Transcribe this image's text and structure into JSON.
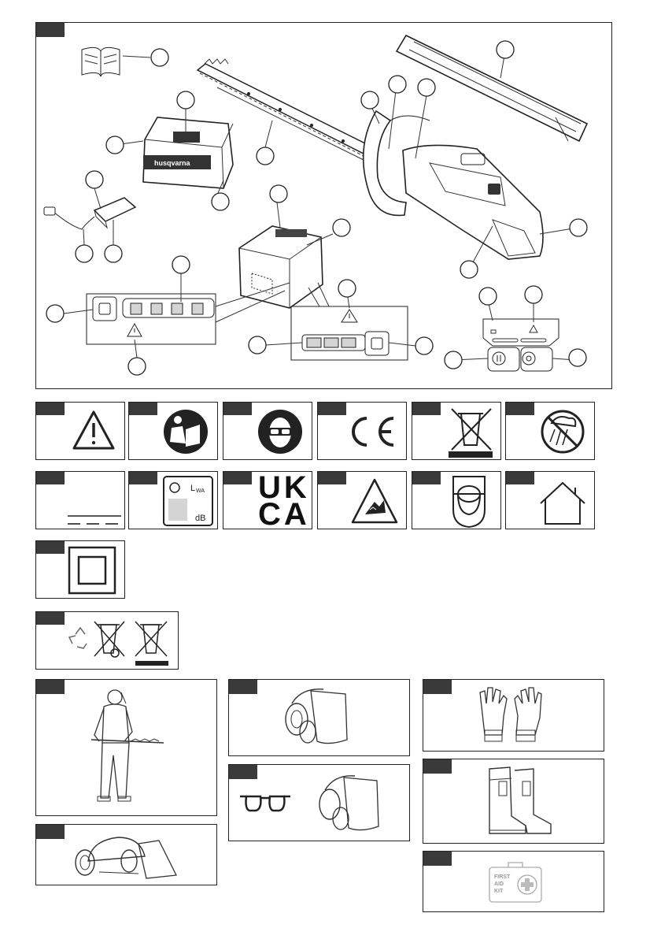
{
  "colors": {
    "tab": "#3a3a3a",
    "line": "#222222",
    "panel_gray": "#d4d4d4"
  },
  "product": {
    "brand": "husqvarna"
  },
  "symbols": {
    "sound_level_label": "L",
    "sound_level_sub": "WA",
    "sound_unit": "dB",
    "ukca_line1": "UK",
    "ukca_line2": "CA"
  },
  "first_aid": {
    "line1": "FIRST",
    "line2": "AID",
    "line3": "KIT"
  },
  "icons": [
    "book-icon",
    "warning-icon",
    "read-manual-icon",
    "eye-protection-icon",
    "ce-mark-icon",
    "weee-bin-icon",
    "no-rain-icon",
    "rating-plate-icon",
    "sound-power-icon",
    "ukca-mark-icon",
    "cutting-hazard-icon",
    "ear-protection-icon",
    "indoor-use-icon",
    "double-insulation-icon",
    "recycle-icon"
  ]
}
